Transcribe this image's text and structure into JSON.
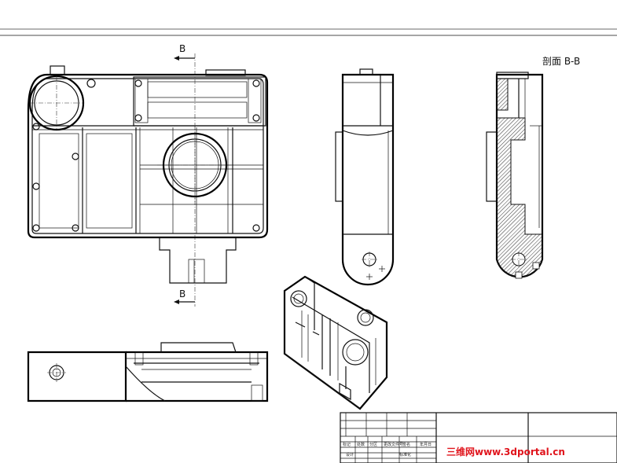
{
  "section_label": "剖面 B-B",
  "cut_marker_top": "B",
  "cut_marker_bottom": "B",
  "watermark": "三维网www.3dportal.cn",
  "title_block": {
    "row_labels": [
      "标记",
      "处数",
      "分区",
      "更改文件号",
      "签名",
      "年月日"
    ],
    "designer_label": "设计",
    "standard_label": "标准化"
  }
}
